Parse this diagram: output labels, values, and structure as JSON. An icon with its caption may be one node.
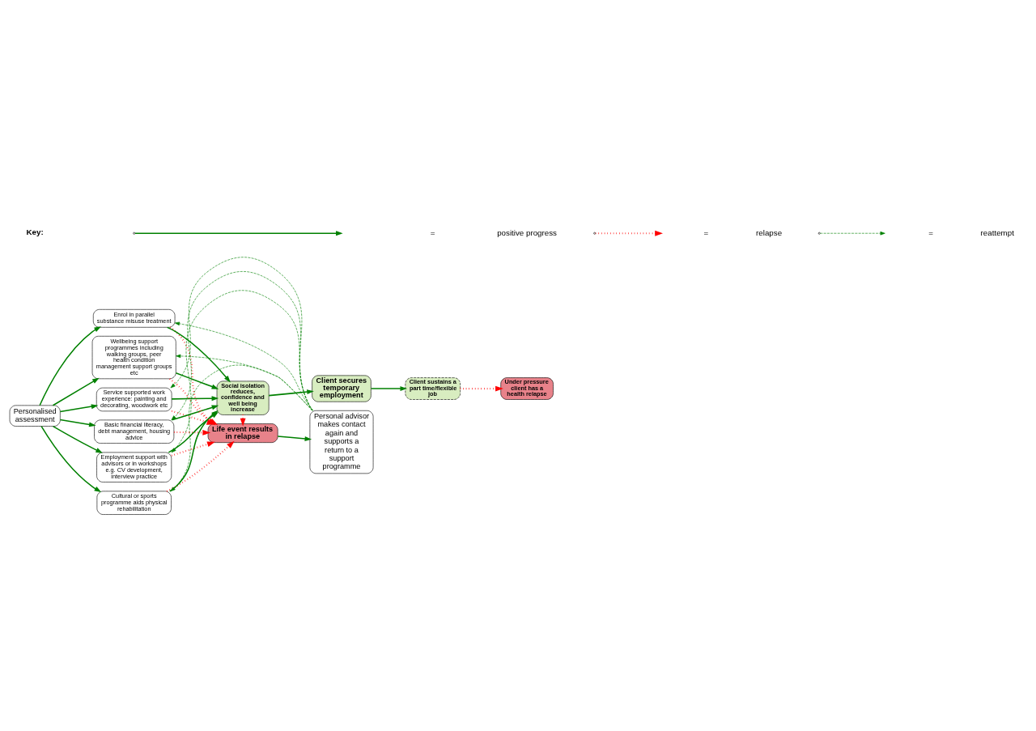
{
  "diagram": {
    "nodes": [
      {
        "text": [
          "Personalised assessment"
        ]
      },
      {
        "text": [
          "Service supported work experience: painting and decorating, woodwork etc"
        ]
      },
      {
        "text": [
          "Basic financial literacy, debt management, housing advice"
        ]
      },
      {
        "text": [
          "Employment support with advisors or in workshops e.g. CV development, interview practice"
        ]
      },
      {
        "text": [
          "Cultural or sports programme aids physical rehabilitation"
        ]
      },
      {
        "text": [
          "Enrol in parallel substance misuse treatment"
        ]
      },
      {
        "text": [
          "Wellbeing support programmes including walking groups, peer health condition management support groups etc"
        ]
      },
      {
        "text": [
          "Life event results in relapse"
        ]
      },
      {
        "text": [
          "Personal advisor makes contact again and supports a return to a support programme"
        ]
      },
      {
        "text": [
          "Social isolation reduces, confidence and well being increase"
        ]
      },
      {
        "text": [
          "Client secures temporary employment"
        ]
      },
      {
        "text": [
          "Client sustains a part time/flexible job"
        ]
      },
      {
        "text": [
          "Under pressure client has a health relapse"
        ]
      }
    ],
    "edges": [
      {
        "from": 0,
        "to": 1,
        "arrow": "to"
      },
      {
        "from": 0,
        "to": 2,
        "arrow": "to"
      },
      {
        "from": 0,
        "to": 3,
        "arrow": "to"
      },
      {
        "from": 0,
        "to": 4,
        "arrow": "to"
      },
      {
        "from": 0,
        "to": 5,
        "arrow": "to"
      },
      {
        "from": 0,
        "to": 6,
        "arrow": "to"
      },
      {
        "from": 1,
        "to": 9,
        "arrow": "to"
      },
      {
        "from": 2,
        "to": 9,
        "arrow": "to"
      },
      {
        "from": 3,
        "to": 9,
        "arrow": "to"
      },
      {
        "from": 4,
        "to": 9,
        "arrow": "to"
      },
      {
        "from": 5,
        "to": 9,
        "arrow": "to"
      },
      {
        "from": 6,
        "to": 9,
        "arrow": "to"
      },
      {
        "from": 1,
        "to": 7,
        "arrow": "to",
        "style": "dashed",
        "color": "#ff0000"
      },
      {
        "from": 2,
        "to": 7,
        "arrow": "to",
        "style": "dashed",
        "color": "#ff0000"
      },
      {
        "from": 3,
        "to": 7,
        "arrow": "to",
        "style": "dashed",
        "color": "#ff0000"
      },
      {
        "from": 4,
        "to": 7,
        "arrow": "to",
        "style": "dashed",
        "color": "#ff0000"
      },
      {
        "from": 5,
        "to": 7,
        "arrow": "to",
        "style": "dashed",
        "color": "#ff0000"
      },
      {
        "from": 6,
        "to": 7,
        "arrow": "to",
        "style": "dashed",
        "color": "#ff0000"
      },
      {
        "from": 9,
        "to": 7,
        "arrow": "to",
        "style": "dashed",
        "color": "#ff0000"
      },
      {
        "from": 7,
        "to": 8,
        "arrow": "to"
      },
      {
        "from": 8,
        "to": 1,
        "arrow": "to",
        "style": "dashed"
      },
      {
        "from": 8,
        "to": 2,
        "arrow": "to",
        "style": "dashed"
      },
      {
        "from": 8,
        "to": 3,
        "arrow": "to",
        "style": "dashed"
      },
      {
        "from": 8,
        "to": 4,
        "arrow": "to",
        "style": "dashed"
      },
      {
        "from": 8,
        "to": 5,
        "arrow": "to",
        "style": "dashed"
      },
      {
        "from": 8,
        "to": 6,
        "arrow": "to",
        "style": "dashed"
      },
      {
        "from": 9,
        "to": 10,
        "arrow": "to"
      },
      {
        "from": 10,
        "to": 11,
        "arrow": "to"
      },
      {
        "from": 11,
        "to": 12,
        "arrow": "to",
        "style": "dashed",
        "color": "#ff0000"
      }
    ],
    "labels": [
      "Key:",
      "=",
      "=",
      "="
    ],
    "legend": [
      {
        "text": "positive progress"
      },
      {
        "text": "relapse"
      },
      {
        "text": "reattempt"
      }
    ]
  }
}
